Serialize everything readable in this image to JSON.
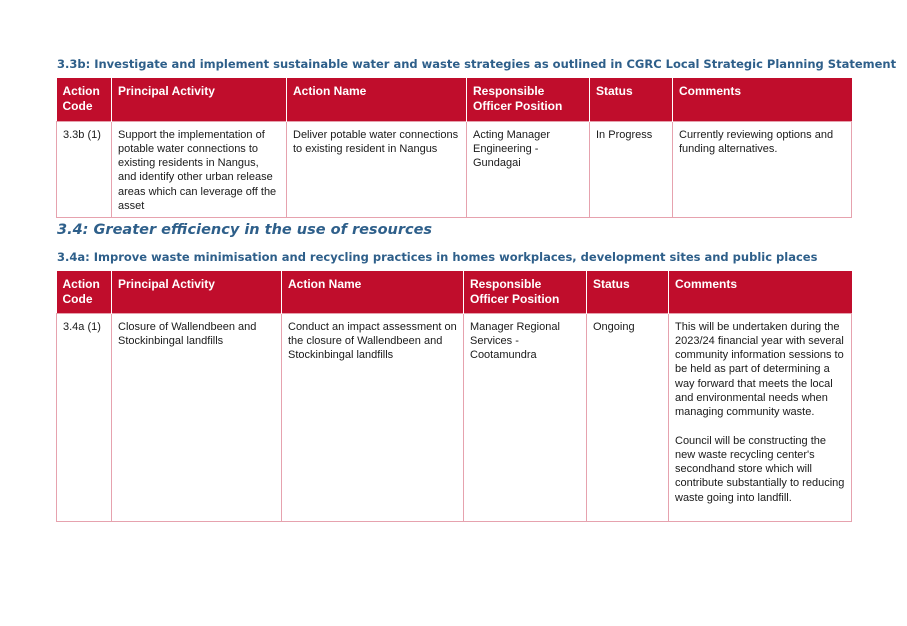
{
  "section_33b": {
    "heading": "3.3b: Investigate and implement sustainable water and waste strategies as outlined in CGRC Local Strategic Planning Statement",
    "headers": {
      "code": "Action Code",
      "activity": "Principal Activity",
      "action": "Action Name",
      "officer": "Responsible Officer Position",
      "status": "Status",
      "comments": "Comments"
    },
    "row": {
      "code": "3.3b (1)",
      "activity": "Support the implementation of potable water connections to existing residents in Nangus, and identify other urban release areas which can leverage off the asset",
      "action": "Deliver potable water connections to existing resident in Nangus",
      "officer": "Acting Manager Engineering - Gundagai",
      "status": "In Progress",
      "comments": "Currently reviewing options and funding alternatives."
    }
  },
  "section_34": {
    "heading": "3.4: Greater efficiency in the use of resources"
  },
  "section_34a": {
    "heading": "3.4a: Improve waste minimisation and recycling practices in homes workplaces, development sites and public places",
    "headers": {
      "code": "Action Code",
      "activity": "Principal Activity",
      "action": "Action Name",
      "officer": "Responsible Officer Position",
      "status": "Status",
      "comments": "Comments"
    },
    "row": {
      "code": "3.4a (1)",
      "activity": "Closure of Wallendbeen and Stockinbingal landfills",
      "action": "Conduct an impact assessment on the closure of Wallendbeen and Stockinbingal landfills",
      "officer": "Manager Regional Services - Cootamundra",
      "status": "Ongoing",
      "comments_1": "This will be undertaken during the 2023/24 financial year with several community information sessions to be held as part of determining a way forward that meets the local and environmental needs when managing community waste.",
      "comments_2": "Council will be constructing the new waste recycling center's secondhand store which will contribute substantially to reducing waste going into landfill."
    }
  }
}
